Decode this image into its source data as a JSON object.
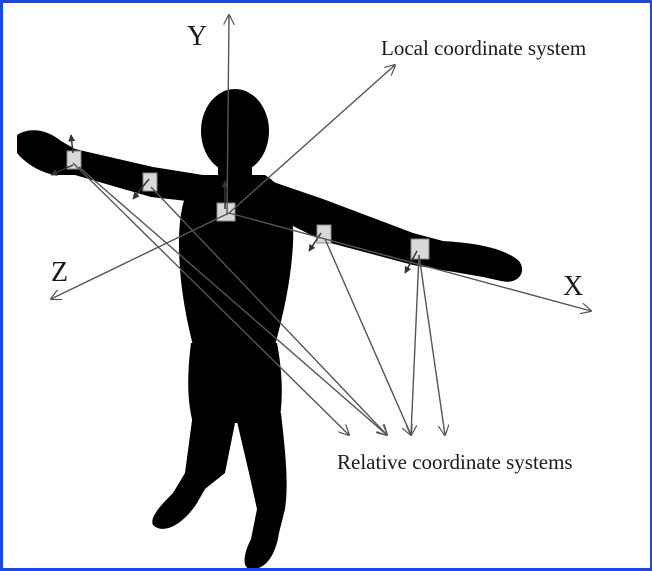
{
  "labels": {
    "y_axis": "Y",
    "x_axis": "X",
    "z_axis": "Z",
    "local": "Local coordinate system",
    "relative": "Relative coordinate systems"
  },
  "colors": {
    "border": "#1a47e6",
    "silhouette": "#000000",
    "arrow": "#555555",
    "sensor": "#dcdcdc"
  }
}
